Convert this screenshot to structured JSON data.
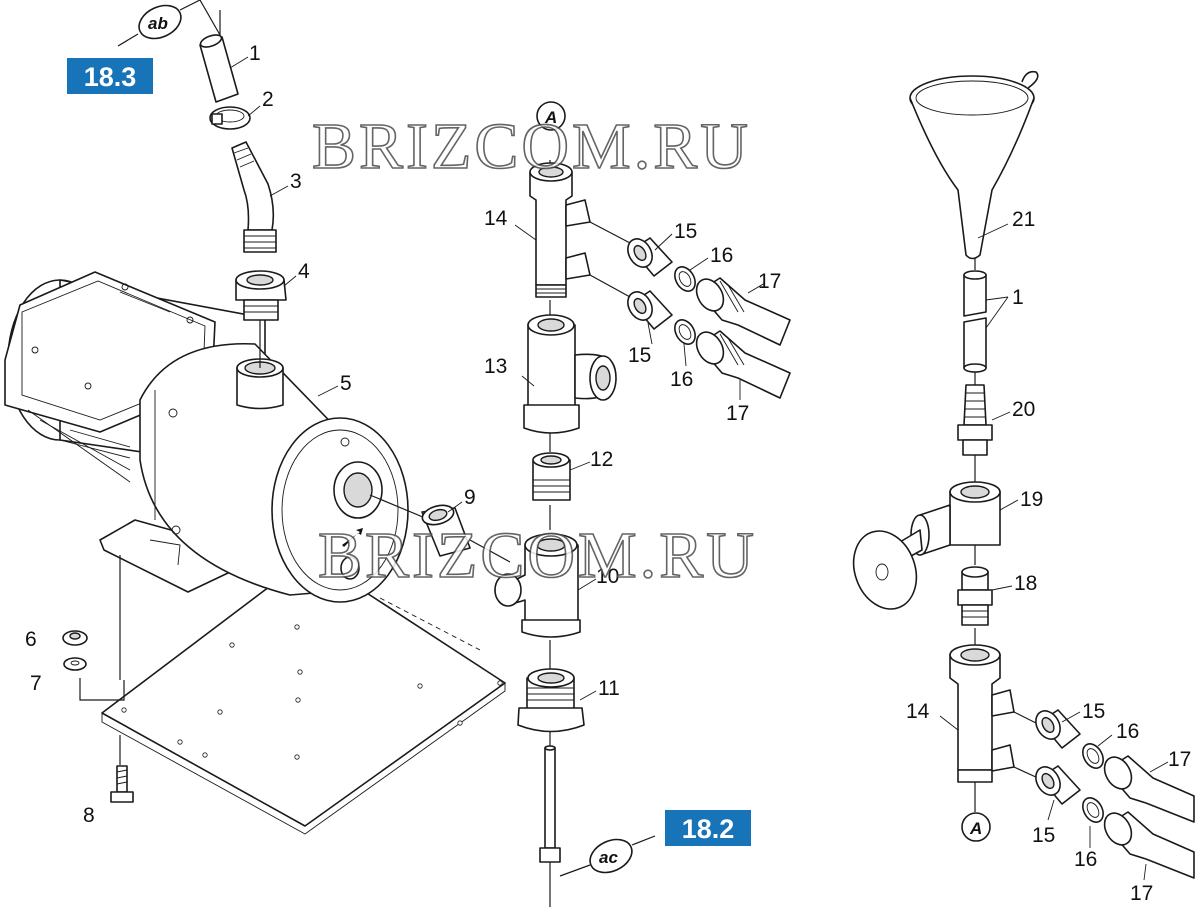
{
  "watermark": "BRIZCOM.RU",
  "references": {
    "ref_top": "18.3",
    "ref_bottom": "18.2",
    "conn_ab": "ab",
    "conn_ac": "ac",
    "conn_a": "A"
  },
  "callouts": {
    "c1a": "1",
    "c2": "2",
    "c3": "3",
    "c4": "4",
    "c5": "5",
    "c6": "6",
    "c7": "7",
    "c8": "8",
    "c9": "9",
    "c10": "10",
    "c11": "11",
    "c12": "12",
    "c13": "13",
    "c14a": "14",
    "c15a": "15",
    "c15b": "15",
    "c16a": "16",
    "c16b": "16",
    "c17a": "17",
    "c17b": "17",
    "c21": "21",
    "c1b": "1",
    "c20": "20",
    "c19": "19",
    "c18": "18",
    "c14b": "14",
    "c15c": "15",
    "c15d": "15",
    "c16c": "16",
    "c16d": "16",
    "c17c": "17",
    "c17d": "17"
  }
}
